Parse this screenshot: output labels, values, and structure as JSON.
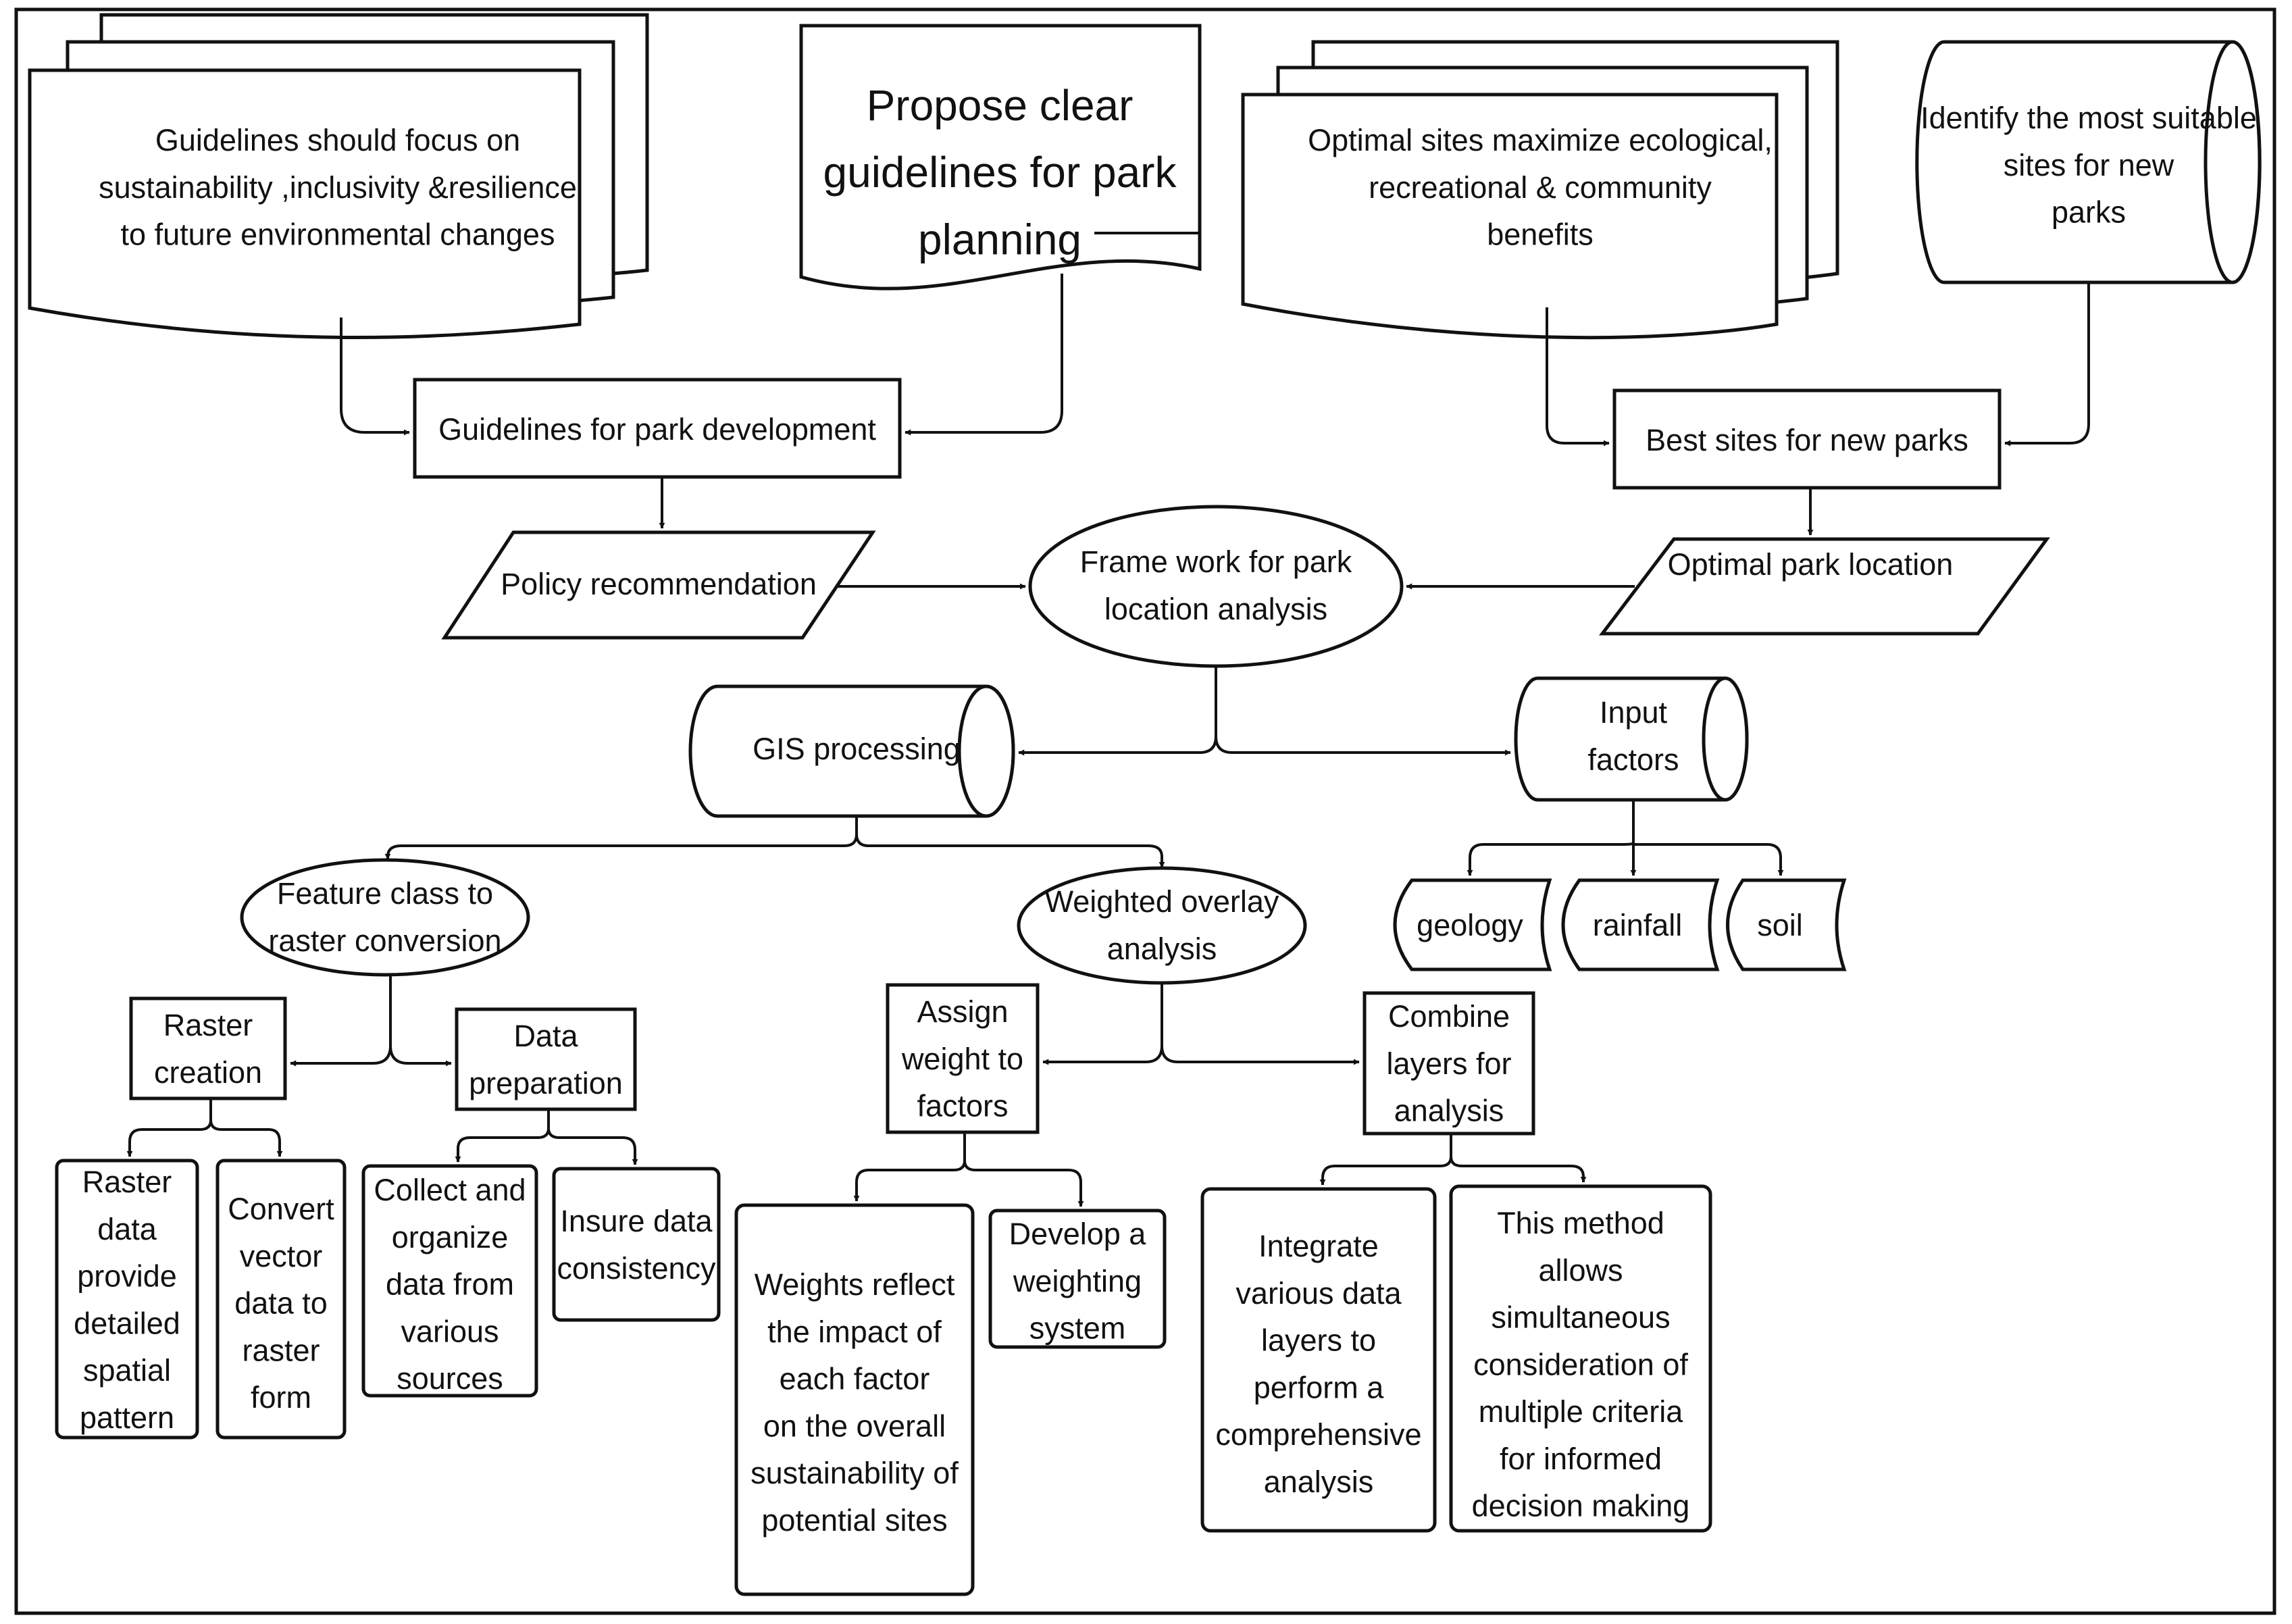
{
  "nodes": {
    "guidelines_focus": [
      "Guidelines should focus on",
      "sustainability ,inclusivity &resilience",
      "to future environmental changes"
    ],
    "propose_guidelines": [
      "Propose clear",
      "guidelines for park",
      "planning"
    ],
    "optimal_sites_max": [
      "Optimal sites maximize ecological,",
      "recreational & community",
      "benefits"
    ],
    "identify_sites": [
      "Identify the most suitable",
      "sites for new",
      "parks"
    ],
    "guidelines_dev": [
      "Guidelines for park development"
    ],
    "best_sites": [
      "Best sites for new parks"
    ],
    "policy_rec": [
      "Policy recommendation"
    ],
    "framework": [
      "Frame work for park",
      "location analysis"
    ],
    "optimal_location": [
      "Optimal park location"
    ],
    "gis_processing": [
      "GIS processing"
    ],
    "input_factors": [
      "Input",
      "factors"
    ],
    "geology": [
      "geology"
    ],
    "rainfall": [
      "rainfall"
    ],
    "soil": [
      "soil"
    ],
    "feature_class": [
      "Feature class to",
      "raster conversion"
    ],
    "weighted_overlay": [
      "Weighted overlay",
      "analysis"
    ],
    "raster_creation": [
      "Raster",
      "creation"
    ],
    "data_preparation": [
      "Data",
      "preparation"
    ],
    "assign_weight": [
      "Assign",
      "weight to",
      "factors"
    ],
    "combine_layers": [
      "Combine",
      "layers for",
      "analysis"
    ],
    "raster_detail": [
      "Raster",
      "data",
      "provide",
      "detailed",
      "spatial",
      "pattern"
    ],
    "convert_vector": [
      "Convert",
      "vector",
      "data  to",
      "raster",
      "form"
    ],
    "collect_data": [
      "Collect and",
      "organize",
      "data from",
      "various",
      "sources"
    ],
    "insure_consistency": [
      "Insure data",
      "consistency"
    ],
    "weights_reflect": [
      "Weights reflect",
      "the impact of",
      "each factor",
      "on the overall",
      "sustainability of",
      "potential sites"
    ],
    "develop_weighting": [
      "Develop a",
      "weighting",
      "system"
    ],
    "integrate_layers": [
      "Integrate",
      "various data",
      "layers to",
      "perform a",
      "comprehensive",
      "analysis"
    ],
    "method_allows": [
      "This method",
      "allows",
      "simultaneous",
      "consideration of",
      "multiple criteria",
      "for informed",
      "decision making"
    ]
  }
}
